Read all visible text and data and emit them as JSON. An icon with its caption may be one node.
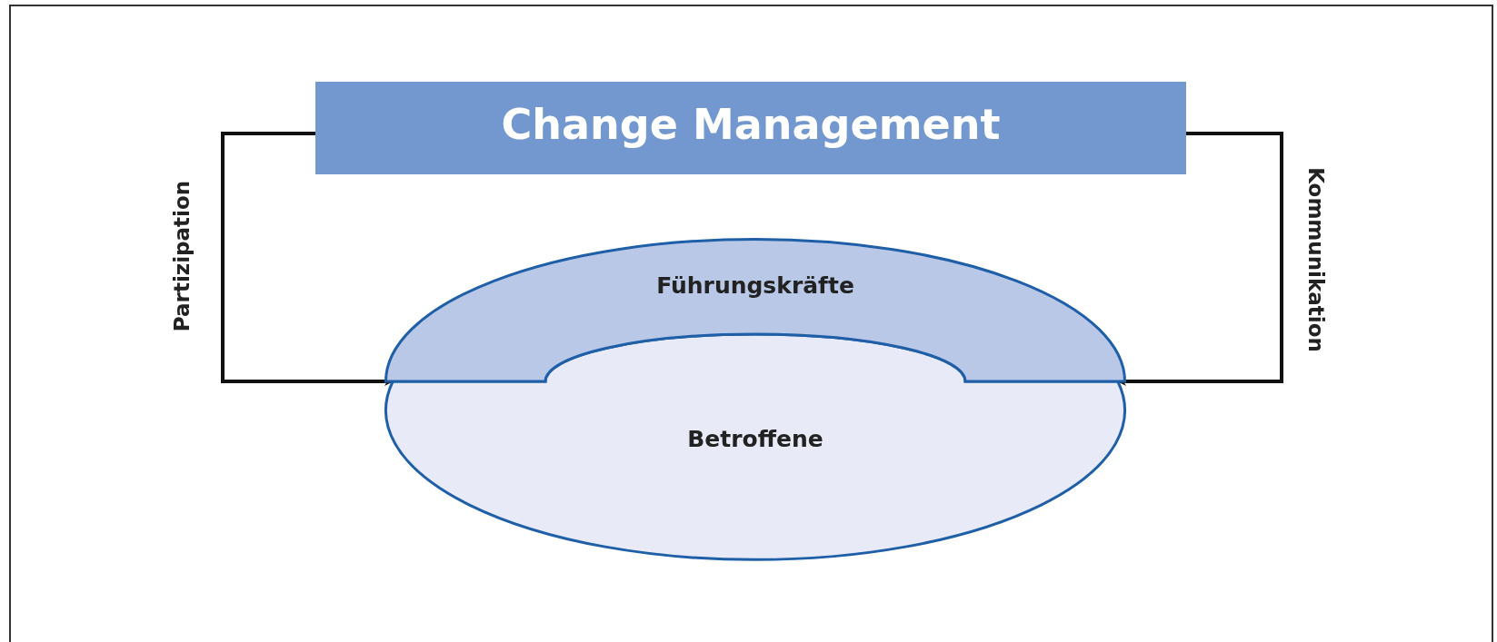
{
  "diagram": {
    "nodes": [
      {
        "text": [
          "Change Management"
        ]
      },
      {
        "text": [
          "Führungskräfte"
        ]
      },
      {
        "text": [
          "Betroffene"
        ]
      }
    ],
    "edges": [
      {
        "from": 0,
        "to": 2,
        "arrow": "to",
        "label": "Partizipation"
      },
      {
        "from": 0,
        "to": 2,
        "arrow": "to",
        "label": "Kommunikation"
      }
    ]
  }
}
